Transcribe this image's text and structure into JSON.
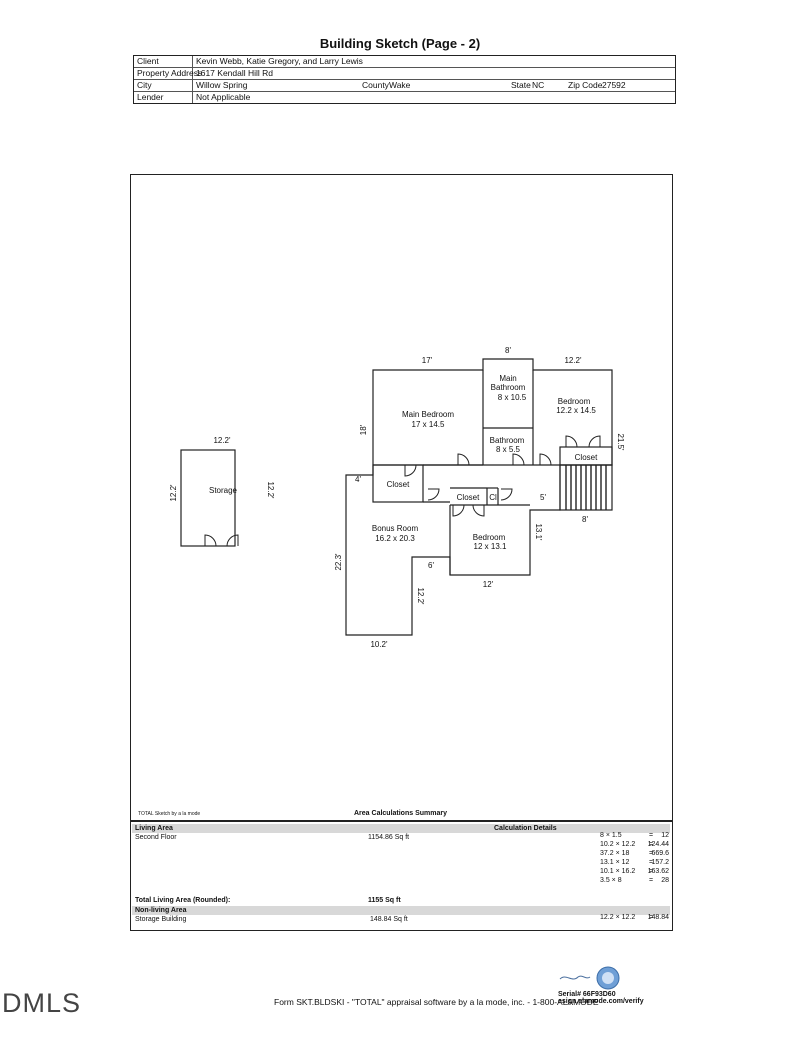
{
  "title": "Building Sketch (Page - 2)",
  "header": {
    "client_label": "Client",
    "client": "Kevin Webb, Katie Gregory, and Larry Lewis",
    "address_label": "Property Address",
    "address": "1617 Kendall Hill Rd",
    "city_label": "City",
    "city": "Willow Spring",
    "county_label": "County",
    "county": "Wake",
    "state_label": "State",
    "state": "NC",
    "zip_label": "Zip Code",
    "zip": "27592",
    "lender_label": "Lender",
    "lender": "Not Applicable"
  },
  "sketch": {
    "storage": {
      "name": "Storage",
      "dim_top": "12.2'",
      "dim_left": "12.2'",
      "dim_right": "12.2'"
    },
    "main_bedroom": {
      "name": "Main Bedroom",
      "size": "17 x 14.5"
    },
    "main_bathroom": {
      "name1": "Main",
      "name2": "Bathroom",
      "size": "8 x 10.5"
    },
    "bedroom_right": {
      "name": "Bedroom",
      "size": "12.2 x 14.5"
    },
    "bathroom": {
      "name": "Bathroom",
      "size": "8 x 5.5"
    },
    "closet_label": "Closet",
    "cl_label": "Cl",
    "bonus_room": {
      "name": "Bonus Room",
      "size": "16.2 x 20.3"
    },
    "bedroom_lower": {
      "name": "Bedroom",
      "size": "12 x 13.1"
    },
    "dims": {
      "d17": "17'",
      "d8top": "8'",
      "d122top": "12.2'",
      "d18": "18'",
      "d215": "21.5'",
      "d4": "4'",
      "d5": "5'",
      "d8stair": "8'",
      "d131": "13.1'",
      "d223": "22.3'",
      "d6": "6'",
      "d122mid": "12.2'",
      "d12": "12'",
      "d102": "10.2'"
    }
  },
  "summary": {
    "software_note": "TOTAL Sketch by a la mode",
    "title": "Area Calculations Summary",
    "living_area": "Living Area",
    "calc_details": "Calculation Details",
    "second_floor": "Second Floor",
    "second_floor_area": "1154.86 Sq ft",
    "calcs": [
      {
        "expr": "8 × 1.5",
        "result": "12"
      },
      {
        "expr": "10.2 × 12.2",
        "result": "124.44"
      },
      {
        "expr": "37.2 × 18",
        "result": "669.6"
      },
      {
        "expr": "13.1 × 12",
        "result": "157.2"
      },
      {
        "expr": "10.1 × 16.2",
        "result": "163.62"
      },
      {
        "expr": "3.5 × 8",
        "result": "28"
      }
    ],
    "total_label": "Total Living Area (Rounded):",
    "total_value": "1155 Sq ft",
    "non_living": "Non-living Area",
    "storage_building": "Storage Building",
    "storage_area": "148.84 Sq ft",
    "storage_calc": "12.2 × 12.2",
    "storage_result": "148.84"
  },
  "footer": {
    "form_text": "Form SKT.BLDSKI - \"TOTAL\" appraisal software by a la mode, inc. - 1-800-ALAMODE",
    "serial": "Serial# 66F93D60",
    "verify": "esign.alamode.com/verify",
    "watermark": "DMLS"
  }
}
